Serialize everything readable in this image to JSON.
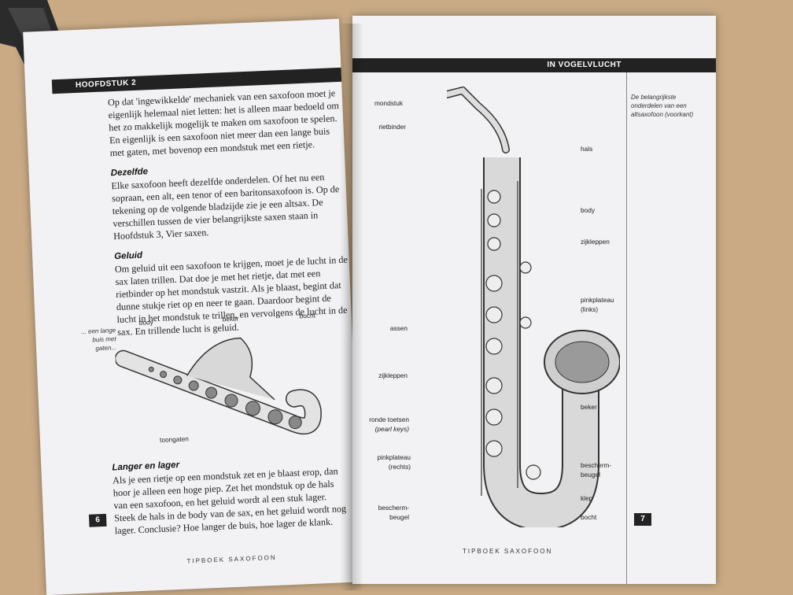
{
  "left_page": {
    "header": "HOOFDSTUK 2",
    "intro": "Op dat 'ingewikkelde' mechaniek van een saxofoon moet je eigenlijk helemaal niet letten: het is alleen maar bedoeld om het zo makkelijk mogelijk te maken om saxofoon te spelen. En eigenlijk is een saxofoon niet meer dan een lange buis met gaten, met bovenop een mondstuk met een rietje.",
    "sections": [
      {
        "heading": "Dezelfde",
        "text": "Elke saxofoon heeft dezelfde onderdelen. Of het nu een sopraan, een alt, een tenor of een baritonsaxofoon is. Op de tekening op de volgende bladzijde zie je een altsax. De verschillen tussen de vier belangrijkste saxen staan in Hoofdstuk 3, Vier saxen."
      },
      {
        "heading": "Geluid",
        "text": "Om geluid uit een saxofoon te krijgen, moet je de lucht in de sax laten trillen. Dat doe je met het rietje, dat met een rietbinder op het mondstuk vastzit. Als je blaast, begint dat dunne stukje riet op en neer te gaan. Daardoor begint de lucht in het mondstuk te trillen, en vervolgens de lucht in de sax. En trillende lucht is geluid."
      },
      {
        "heading": "Langer en lager",
        "text": "Als je een rietje op een mondstuk zet en je blaast erop, dan hoor je alleen een hoge piep. Zet het mondstuk op de hals van een saxofoon, en het geluid wordt al een stuk lager. Steek de hals in de body van de sax, en het geluid wordt nog lager. Conclusie? Hoe langer de buis, hoe lager de klank."
      }
    ],
    "sidenote": "... een lange buis met gaten...",
    "figure_labels": {
      "body": "body",
      "beker": "beker",
      "bocht": "bocht",
      "toongaten": "toongaten"
    },
    "page_number": "6",
    "footer": "TIPBOEK SAXOFOON"
  },
  "right_page": {
    "header": "IN VOGELVLUCHT",
    "caption": "De belangrijkste onderdelen van een altsaxofoon (voorkant)",
    "labels_left": [
      "mondstuk",
      "rietbinder",
      "assen",
      "zijkleppen",
      "ronde toetsen",
      "(pearl keys)",
      "pinkplateau",
      "(rechts)",
      "bescherm-",
      "beugel"
    ],
    "labels_right": [
      "hals",
      "body",
      "zijkleppen",
      "pinkplateau",
      "(links)",
      "beker",
      "bescherm-",
      "beugel",
      "klep",
      "bocht"
    ],
    "page_number": "7",
    "footer": "TIPBOEK SAXOFOON"
  },
  "colors": {
    "background": "#c9aa85",
    "paper": "#f2f2f4",
    "header_bar": "#222222"
  }
}
